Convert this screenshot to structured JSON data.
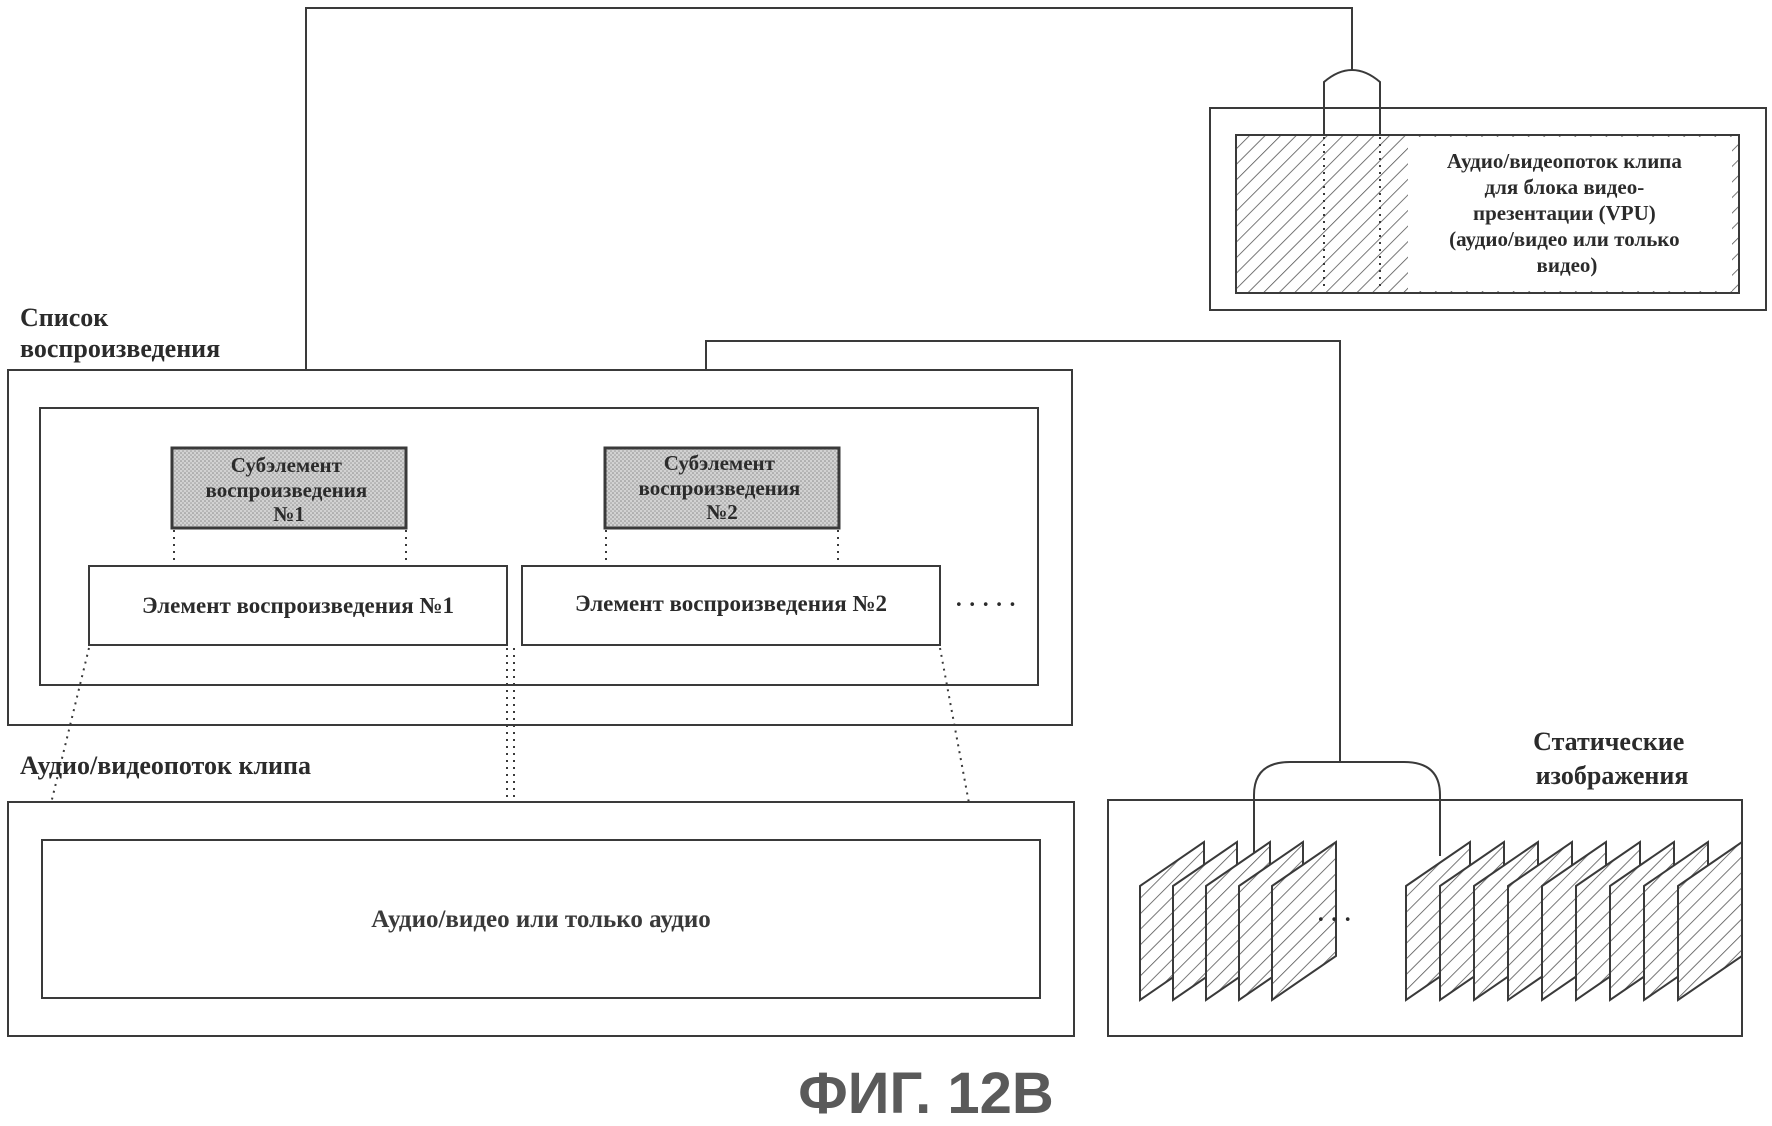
{
  "labels": {
    "playlist": [
      "Список",
      "воспроизведения"
    ],
    "clip_av_stream": "Аудио/видеопоток клипа",
    "still_images": [
      "Статические",
      "изображения"
    ],
    "vpu_stream": [
      "Аудио/видеопоток клипа",
      "для блока видео-",
      "презентации (VPU)",
      "(аудио/видео или только",
      "видео)"
    ],
    "subitem_1": [
      "Субэлемент",
      "воспроизведения",
      "№1"
    ],
    "subitem_2": [
      "Субэлемент",
      "воспроизведения",
      "№2"
    ],
    "playitem_1": "Элемент воспроизведения №1",
    "playitem_2": "Элемент воспроизведения №2",
    "ellipsis": "· · · · ·",
    "av_only_audio": "Аудио/видео или только аудио",
    "still_ellipsis": "· · ·",
    "figure_caption": "ФИГ. 12В"
  }
}
